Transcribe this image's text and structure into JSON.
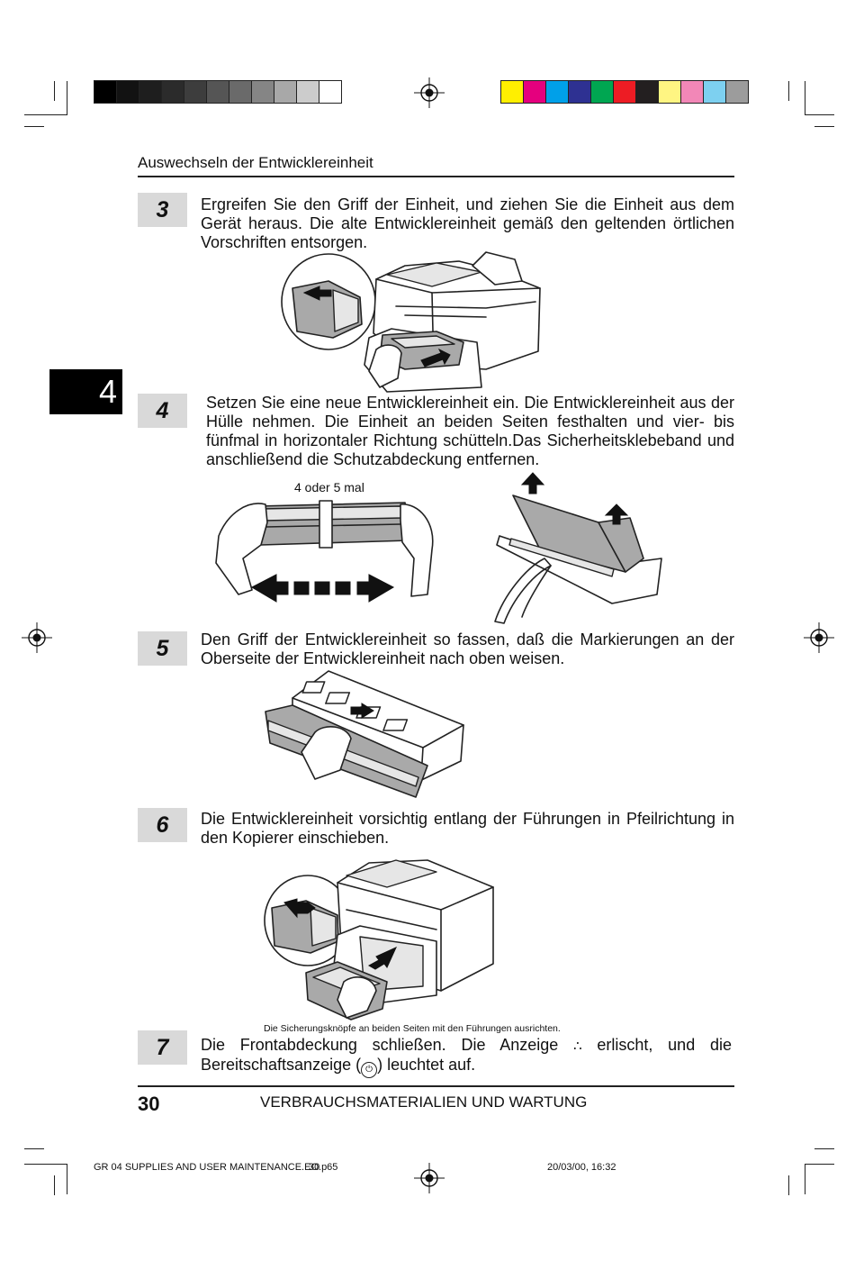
{
  "header": {
    "section_title": "Auswechseln der Entwicklereinheit"
  },
  "chapter_tab": {
    "label": "4"
  },
  "steps": [
    {
      "number": "3",
      "text": "Ergreifen Sie den Griff der Einheit, und ziehen Sie die Einheit aus dem Gerät heraus. Die alte Entwicklereinheit gemäß den geltenden örtlichen Vorschriften entsorgen."
    },
    {
      "number": "4",
      "text": "Setzen Sie eine neue Entwicklereinheit ein. Die Entwicklereinheit aus der Hülle nehmen. Die Einheit an beiden Seiten festhalten und vier- bis fünfmal in horizontaler Richtung schütteln.Das Sicherheitsklebeband und anschließend die Schutzabdeckung entfernen."
    },
    {
      "number": "5",
      "text": "Den Griff der Entwicklereinheit so fassen, daß die Markierungen an der Oberseite der Entwicklereinheit nach oben weisen."
    },
    {
      "number": "6",
      "text": "Die Entwicklereinheit vorsichtig entlang der Führungen in Pfeilrichtung in den Kopierer einschieben."
    },
    {
      "number": "7",
      "text_a": "Die Frontabdeckung schließen.  Die Anzeige ",
      "text_b": " erlischt, und die Bereitschaftsanzeige (",
      "text_c": ") leuchtet auf."
    }
  ],
  "captions": {
    "shake": "4  oder 5 mal",
    "guides": "Die Sicherungsknöpfe an beiden Seiten mit den Führungen ausrichten."
  },
  "icons": {
    "indicator_symbol": "∴",
    "ready_symbol": "⏻"
  },
  "footer": {
    "page_number": "30",
    "chapter_title": "VERBRAUCHSMATERIALIEN UND WARTUNG",
    "file_name": "GR 04 SUPPLIES AND USER MAINTENANCE.EO.p65",
    "file_page": "30",
    "timestamp": "20/03/00, 16:32"
  },
  "colors": {
    "gray_scale": [
      "#000000",
      "#121212",
      "#1e1e1e",
      "#2b2b2b",
      "#3d3d3d",
      "#555555",
      "#6a6a6a",
      "#858585",
      "#a8a8a8",
      "#cccccc",
      "#ffffff"
    ],
    "color_bar": [
      "#ffef00",
      "#e5007e",
      "#00a0e9",
      "#2e3192",
      "#00a651",
      "#ed1c24",
      "#231f20",
      "#fff582",
      "#f287b7",
      "#7dd0f0",
      "#9c9c9c"
    ],
    "step_box": "#d9d9d9"
  }
}
